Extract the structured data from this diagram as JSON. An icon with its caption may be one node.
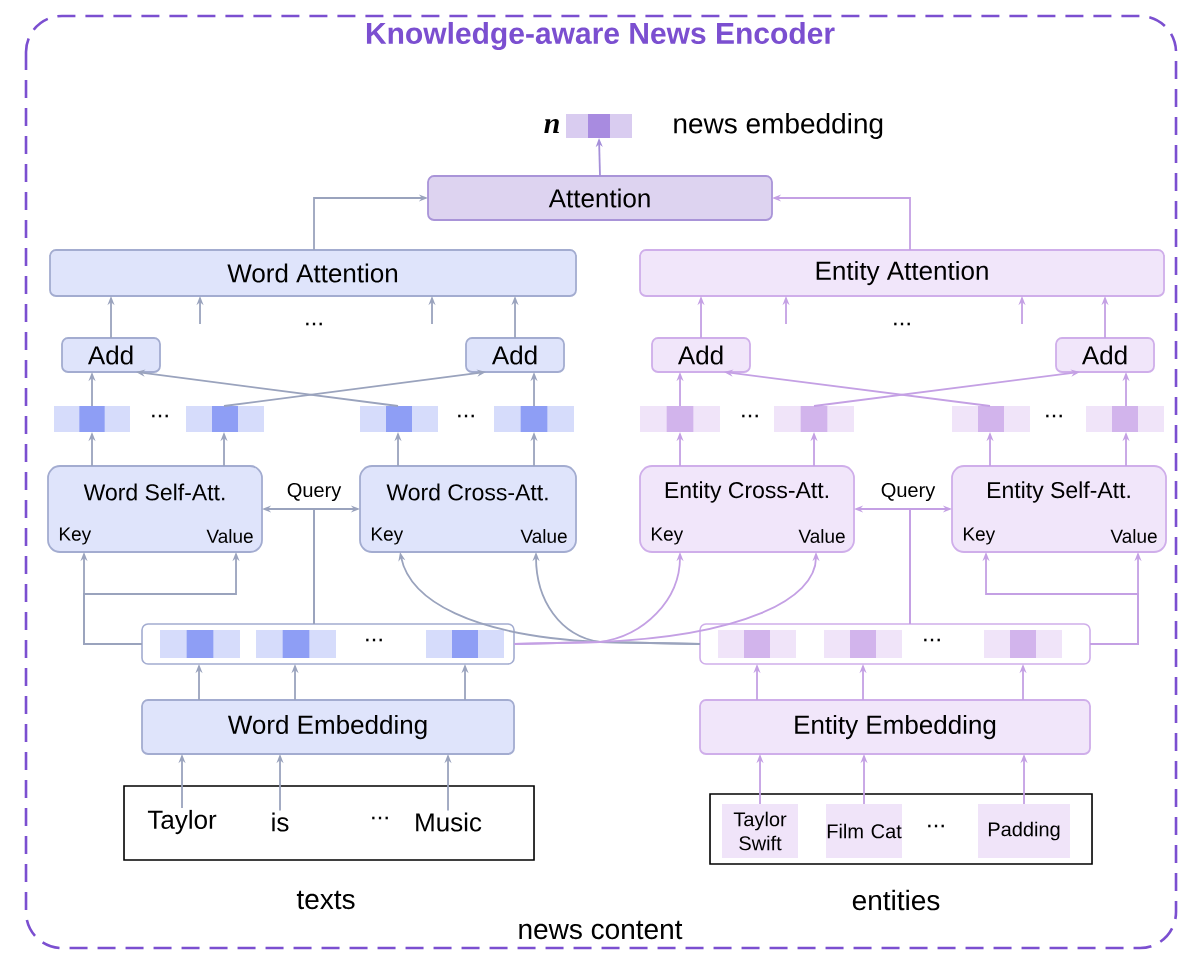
{
  "diagram": {
    "title": "Knowledge-aware News Encoder",
    "nodes": [
      {
        "text": [],
        "shape": "bar",
        "beside": [
          "n",
          "news embedding"
        ]
      },
      {
        "text": [
          "Attention"
        ]
      },
      {
        "text": [
          "Word Attention"
        ]
      },
      {
        "text": [
          "Entity Attention"
        ]
      },
      {
        "text": [
          "Add"
        ]
      },
      {
        "text": [
          "Add"
        ]
      },
      {
        "text": [
          "Add"
        ]
      },
      {
        "text": [
          "Add"
        ]
      },
      {
        "text": [],
        "shape": "bar"
      },
      {
        "text": [],
        "shape": "bar"
      },
      {
        "text": [],
        "shape": "bar"
      },
      {
        "text": [],
        "shape": "bar"
      },
      {
        "text": [],
        "shape": "bar"
      },
      {
        "text": [],
        "shape": "bar"
      },
      {
        "text": [],
        "shape": "bar"
      },
      {
        "text": [],
        "shape": "bar"
      },
      {
        "text": [
          "Word Self-Att.",
          "Key",
          "Value"
        ]
      },
      {
        "text": [
          "Word Cross-Att.",
          "Key",
          "Value"
        ]
      },
      {
        "text": [
          "Entity Cross-Att.",
          "Key",
          "Value"
        ]
      },
      {
        "text": [
          "Entity Self-Att.",
          "Key",
          "Value"
        ]
      },
      {
        "text": [],
        "shape": "bar"
      },
      {
        "text": [],
        "shape": "bar"
      },
      {
        "text": [
          "Word Embedding"
        ]
      },
      {
        "text": [
          "Entity Embedding"
        ]
      },
      {
        "text": [],
        "shape": "box",
        "beside": [
          "texts"
        ]
      },
      {
        "text": [
          "Taylor"
        ],
        "in": 24
      },
      {
        "text": [
          "is"
        ],
        "in": 24
      },
      {
        "text": [
          "Music"
        ],
        "in": 24
      },
      {
        "text": [],
        "shape": "box",
        "beside": [
          "entities"
        ]
      },
      {
        "text": [
          "Taylor Swift"
        ],
        "in": 28
      },
      {
        "text": [
          "Film Cat"
        ],
        "in": 28
      },
      {
        "text": [
          "Padding"
        ],
        "in": 28
      }
    ],
    "edges": [
      {
        "from": 1,
        "to": 0,
        "arrow": "to",
        "color": "#a58fd9"
      },
      {
        "from": 2,
        "to": 1,
        "arrow": "to"
      },
      {
        "from": 3,
        "to": 1,
        "arrow": "to",
        "color": "#c4a0e4"
      },
      {
        "from": 4,
        "to": 2,
        "arrow": "to"
      },
      {
        "from": 5,
        "to": 2,
        "arrow": "to"
      },
      {
        "from": null,
        "to": 2,
        "arrow": "to"
      },
      {
        "from": null,
        "to": 2,
        "arrow": "to"
      },
      {
        "from": 6,
        "to": 3,
        "arrow": "to",
        "color": "#c4a0e4"
      },
      {
        "from": 7,
        "to": 3,
        "arrow": "to",
        "color": "#c4a0e4"
      },
      {
        "from": null,
        "to": 3,
        "arrow": "to",
        "color": "#c4a0e4"
      },
      {
        "from": null,
        "to": 3,
        "arrow": "to",
        "color": "#c4a0e4"
      },
      {
        "from": 8,
        "to": 4,
        "arrow": "to"
      },
      {
        "from": 9,
        "to": 5,
        "arrow": "to"
      },
      {
        "from": 10,
        "to": 4,
        "arrow": "to"
      },
      {
        "from": 11,
        "to": 5,
        "arrow": "to"
      },
      {
        "from": 12,
        "to": 6,
        "arrow": "to",
        "color": "#c4a0e4"
      },
      {
        "from": 13,
        "to": 7,
        "arrow": "to",
        "color": "#c4a0e4"
      },
      {
        "from": 14,
        "to": 6,
        "arrow": "to",
        "color": "#c4a0e4"
      },
      {
        "from": 15,
        "to": 7,
        "arrow": "to",
        "color": "#c4a0e4"
      },
      {
        "from": 16,
        "to": 8,
        "arrow": "to"
      },
      {
        "from": 16,
        "to": 9,
        "arrow": "to"
      },
      {
        "from": 17,
        "to": 10,
        "arrow": "to"
      },
      {
        "from": 17,
        "to": 11,
        "arrow": "to"
      },
      {
        "from": 18,
        "to": 12,
        "arrow": "to",
        "color": "#c4a0e4"
      },
      {
        "from": 18,
        "to": 13,
        "arrow": "to",
        "color": "#c4a0e4"
      },
      {
        "from": 19,
        "to": 14,
        "arrow": "to",
        "color": "#c4a0e4"
      },
      {
        "from": 19,
        "to": 15,
        "arrow": "to",
        "color": "#c4a0e4"
      },
      {
        "from": 20,
        "to": 16,
        "arrow": "to"
      },
      {
        "from": 20,
        "to": 17,
        "arrow": "to"
      },
      {
        "from": 20,
        "to": 16,
        "arrow": "to"
      },
      {
        "from": 20,
        "to": 16,
        "arrow": "to"
      },
      {
        "from": 21,
        "to": 17,
        "arrow": "to"
      },
      {
        "from": 21,
        "to": 17,
        "arrow": "to"
      },
      {
        "from": 20,
        "to": 18,
        "arrow": "to",
        "color": "#c4a0e4"
      },
      {
        "from": 20,
        "to": 18,
        "arrow": "to",
        "color": "#c4a0e4"
      },
      {
        "from": 21,
        "to": 18,
        "arrow": "to",
        "color": "#c4a0e4"
      },
      {
        "from": 21,
        "to": 19,
        "arrow": "to",
        "color": "#c4a0e4"
      },
      {
        "from": 21,
        "to": 19,
        "arrow": "to",
        "color": "#c4a0e4"
      },
      {
        "from": 21,
        "to": 19,
        "arrow": "to",
        "color": "#c4a0e4"
      },
      {
        "from": 22,
        "to": 20,
        "arrow": "to"
      },
      {
        "from": 22,
        "to": 20,
        "arrow": "to"
      },
      {
        "from": 22,
        "to": 20,
        "arrow": "to"
      },
      {
        "from": 23,
        "to": 21,
        "arrow": "to",
        "color": "#c4a0e4"
      },
      {
        "from": 23,
        "to": 21,
        "arrow": "to",
        "color": "#c4a0e4"
      },
      {
        "from": 23,
        "to": 21,
        "arrow": "to",
        "color": "#c4a0e4"
      },
      {
        "from": 25,
        "to": 22,
        "arrow": "to"
      },
      {
        "from": 26,
        "to": 22,
        "arrow": "to"
      },
      {
        "from": 27,
        "to": 22,
        "arrow": "to"
      },
      {
        "from": 29,
        "to": 23,
        "arrow": "to",
        "color": "#c4a0e4"
      },
      {
        "from": 30,
        "to": 23,
        "arrow": "to",
        "color": "#c4a0e4"
      },
      {
        "from": 31,
        "to": 23,
        "arrow": "to",
        "color": "#c4a0e4"
      }
    ],
    "labels": [
      "...",
      "...",
      "...",
      "...",
      "...",
      "...",
      "Query",
      "Query",
      "...",
      "...",
      "...",
      "...",
      "news content"
    ]
  }
}
